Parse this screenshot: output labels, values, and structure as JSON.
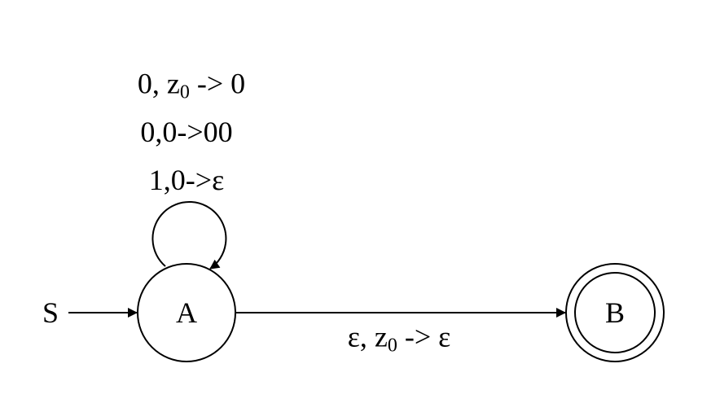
{
  "diagram": {
    "start_label": "S",
    "states": [
      {
        "id": "A",
        "label": "A",
        "accepting": false,
        "initial": true
      },
      {
        "id": "B",
        "label": "B",
        "accepting": true,
        "initial": false
      }
    ],
    "self_loop_A": {
      "rules": [
        {
          "pre": "0, z",
          "sub": "0",
          "post": " -> 0"
        },
        {
          "text": "0,0->00"
        },
        {
          "text": "1,0->ε"
        }
      ]
    },
    "transition_A_B": {
      "pre": "ε, z",
      "sub": "0",
      "post": " -> ε"
    }
  }
}
